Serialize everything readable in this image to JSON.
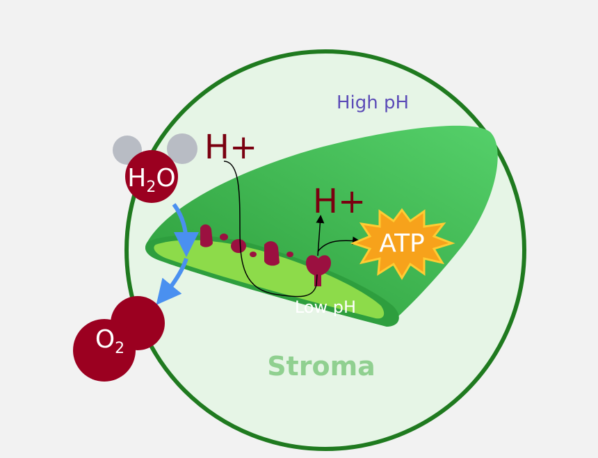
{
  "labels": {
    "high_ph": "High pH",
    "low_ph": "Low pH",
    "stroma": "Stroma",
    "h_plus_top": "H+",
    "h_plus_mid": "H+",
    "atp": "ATP",
    "water_main": "H",
    "water_sub": "2",
    "water_tail": "O",
    "oxygen_main": "O",
    "oxygen_sub": "2"
  },
  "colors": {
    "background": "#f2f2f2",
    "chloroplast_fill": "#e6f5e6",
    "chloroplast_border": "#1f7a1f",
    "thylakoid_dark": "#2e9e3e",
    "thylakoid_light": "#8ddb4a",
    "molecule_red": "#9b0020",
    "hydrogen_gray": "#b8bcc4",
    "proton_text": "#7a0010",
    "high_ph_text": "#5b4bb7",
    "stroma_text": "#90d090",
    "atp_burst": "#f7a21b",
    "flow_arrow": "#4a90f0"
  }
}
